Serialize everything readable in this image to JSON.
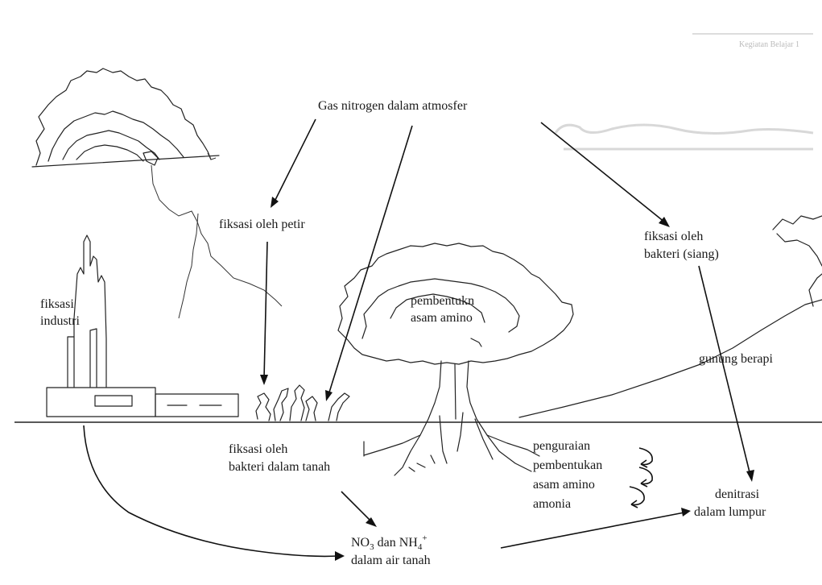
{
  "labels": {
    "atmosphere": "Gas nitrogen dalam atmosfer",
    "lightning": "fiksasi oleh petir",
    "industry_line1": "fiksasi",
    "industry_line2": "industri",
    "amino_line1": "pembentukn",
    "amino_line2": "asam amino",
    "bacteria_day_line1": "fiksasi oleh",
    "bacteria_day_line2": "bakteri (siang)",
    "volcano": "gunung berapi",
    "soil_bacteria_line1": "fiksasi oleh",
    "soil_bacteria_line2": "bakteri dalam tanah",
    "decomp_1": "penguraian",
    "decomp_2": "pembentukan",
    "decomp_3": "asam amino",
    "decomp_4": "amonia",
    "denitrification_line1": "denitrasi",
    "denitrification_line2": "dalam lumpur",
    "groundwater_line1": "NO",
    "groundwater_sub1": "3",
    "groundwater_mid": " dan NH",
    "groundwater_sub2": "4",
    "groundwater_sup": "+",
    "groundwater_line2": "dalam air tanah",
    "corner_header": "Kegiatan Belajar 1"
  },
  "colors": {
    "ink": "#1a1a1a",
    "paper": "#ffffff",
    "bleed_through": "#d8d8d8"
  }
}
